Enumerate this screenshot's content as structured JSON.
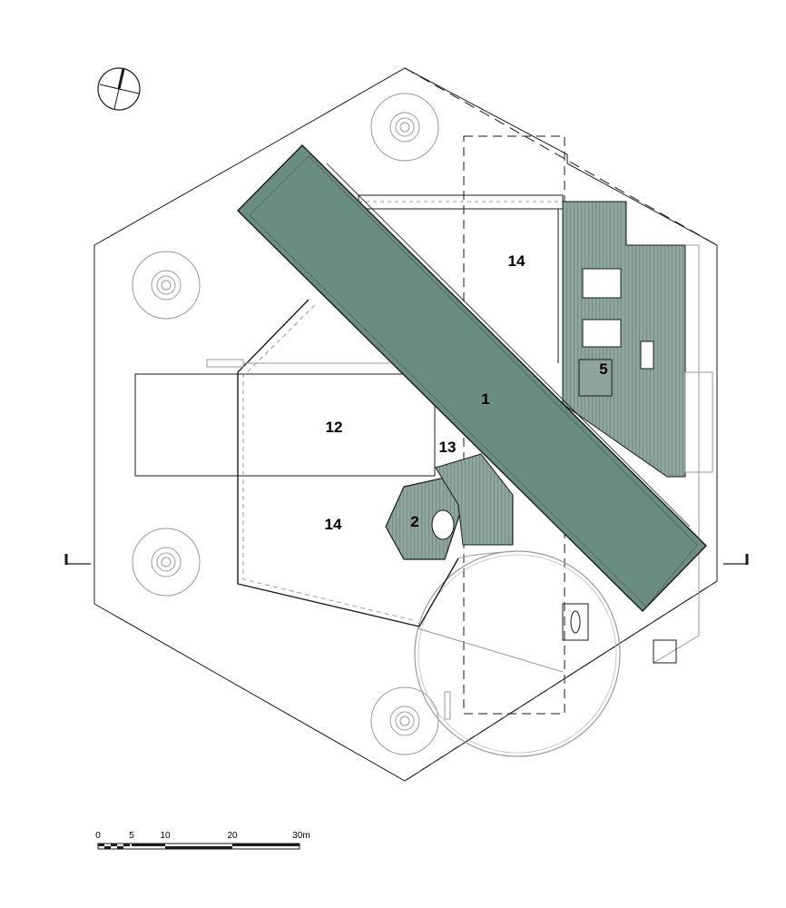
{
  "plan": {
    "room_labels": [
      "1",
      "2",
      "5",
      "12",
      "13",
      "14",
      "14"
    ],
    "scale_bar": {
      "ticks": [
        "0",
        "5",
        "10",
        "20",
        "30m"
      ]
    },
    "colors": {
      "roof_band": "#6a8c82",
      "service_fill": "#8fa49c",
      "hatch_dark": "#5d7a71",
      "line": "#1a1a1a",
      "light_line": "#9a9a9a"
    }
  }
}
